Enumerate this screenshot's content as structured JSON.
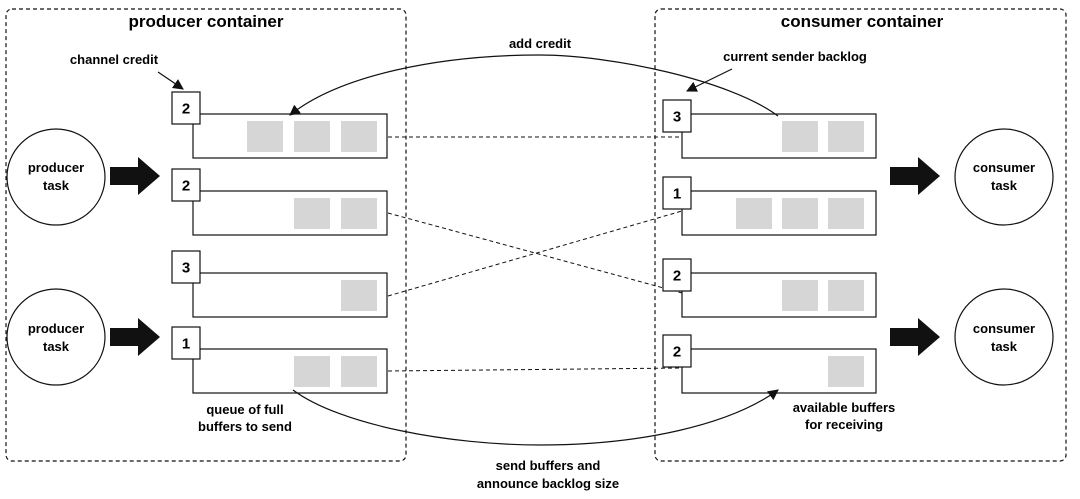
{
  "producer_container": {
    "title": "producer container",
    "tasks": [
      {
        "line1": "producer",
        "line2": "task"
      },
      {
        "line1": "producer",
        "line2": "task"
      }
    ],
    "channel_credit_label": "channel credit",
    "queue_label": {
      "line1": "queue of full",
      "line2": "buffers to send"
    },
    "queues": [
      {
        "credit": "2",
        "buffers": 3
      },
      {
        "credit": "2",
        "buffers": 2
      },
      {
        "credit": "3",
        "buffers": 1
      },
      {
        "credit": "1",
        "buffers": 2
      }
    ]
  },
  "consumer_container": {
    "title": "consumer container",
    "tasks": [
      {
        "line1": "consumer",
        "line2": "task"
      },
      {
        "line1": "consumer",
        "line2": "task"
      }
    ],
    "backlog_label": "current sender backlog",
    "available_label": {
      "line1": "available buffers",
      "line2": "for receiving"
    },
    "queues": [
      {
        "backlog": "3",
        "buffers": 2
      },
      {
        "backlog": "1",
        "buffers": 3
      },
      {
        "backlog": "2",
        "buffers": 2
      },
      {
        "backlog": "2",
        "buffers": 1
      }
    ]
  },
  "arrows": {
    "add_credit": "add credit",
    "send": {
      "line1": "send buffers and",
      "line2": "announce backlog size"
    }
  },
  "colors": {
    "buffer": "#d6d6d6",
    "stroke": "#111111"
  }
}
